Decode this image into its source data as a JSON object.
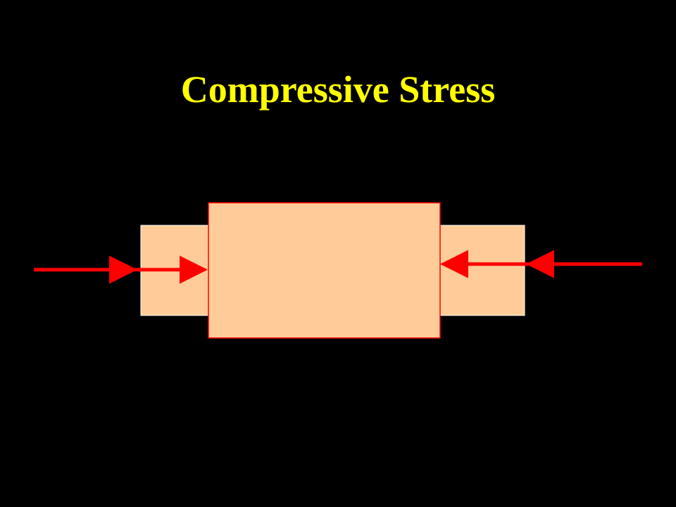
{
  "slide": {
    "title": "Compressive Stress"
  },
  "colors": {
    "background": "#000000",
    "title": "#ffff00",
    "bar_fill": "#ffcc99",
    "bar_outline": "#ff0000",
    "arrow": "#ff0000"
  },
  "diagram": {
    "shapes": [
      "original-bar",
      "compressed-bar",
      "left-force-arrow",
      "right-force-arrow"
    ],
    "left_arrow_direction": "right",
    "right_arrow_direction": "left"
  }
}
